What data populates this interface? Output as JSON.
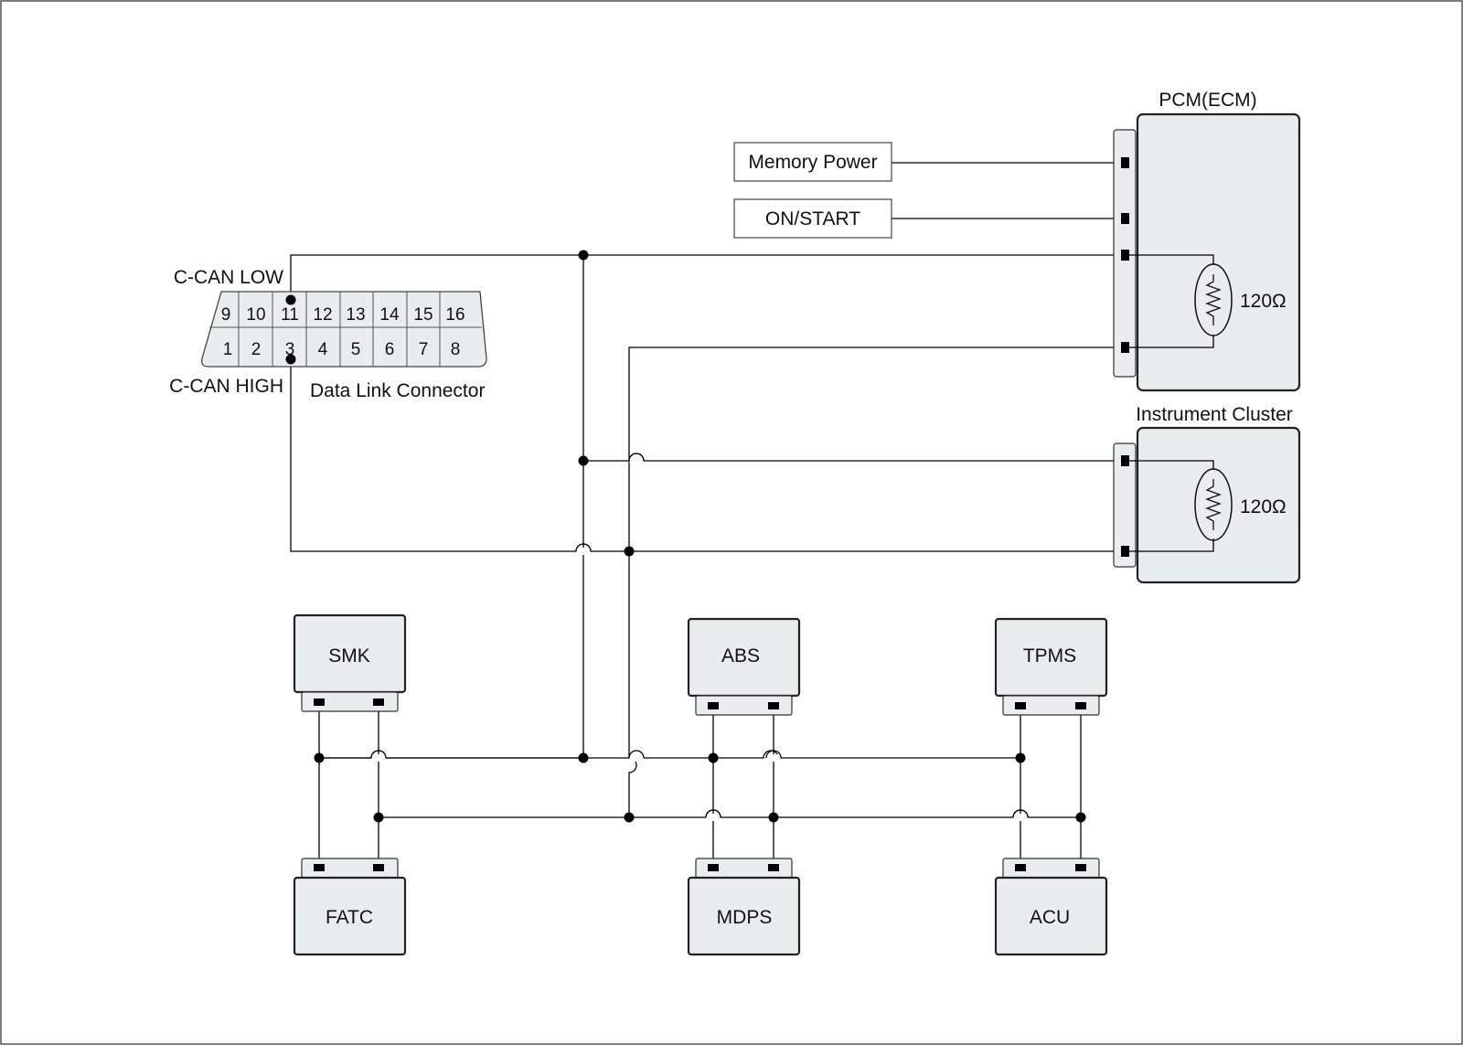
{
  "dlc": {
    "label": "Data Link Connector",
    "pins_top": [
      "9",
      "10",
      "11",
      "12",
      "13",
      "14",
      "15",
      "16"
    ],
    "pins_bottom": [
      "1",
      "2",
      "3",
      "4",
      "5",
      "6",
      "7",
      "8"
    ],
    "low_label": "C-CAN LOW",
    "high_label": "C-CAN HIGH"
  },
  "sources": {
    "memory_power": "Memory Power",
    "on_start": "ON/START"
  },
  "pcm": {
    "label": "PCM(ECM)",
    "resistor": "120Ω"
  },
  "cluster": {
    "label": "Instrument Cluster",
    "resistor": "120Ω"
  },
  "modules": {
    "smk": "SMK",
    "abs": "ABS",
    "tpms": "TPMS",
    "fatc": "FATC",
    "mdps": "MDPS",
    "acu": "ACU"
  },
  "colors": {
    "module_fill": "#e8eded",
    "line": "#000000"
  }
}
